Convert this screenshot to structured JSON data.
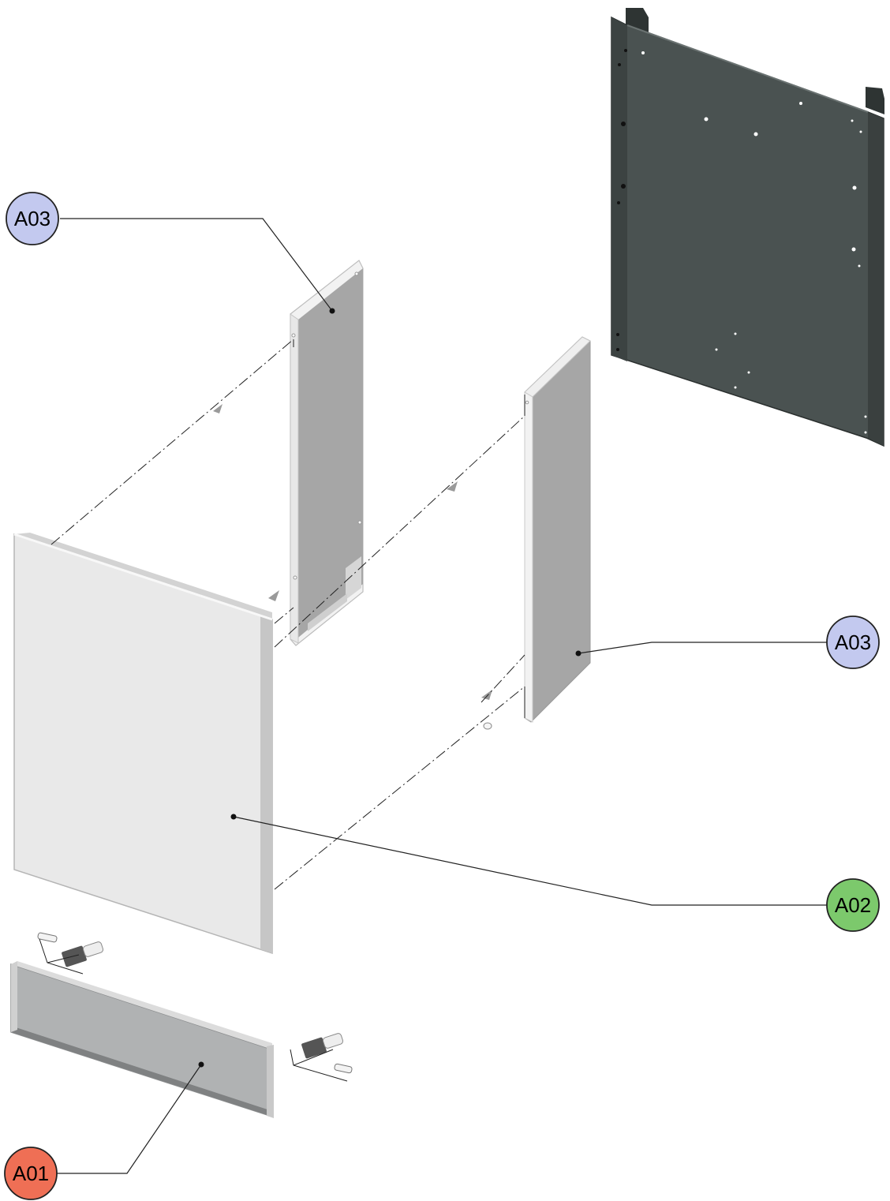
{
  "callouts": [
    {
      "id": "A03",
      "label": "A03",
      "color": "#c3c9ef",
      "part": "left-side-panel"
    },
    {
      "id": "A03",
      "label": "A03",
      "color": "#c3c9ef",
      "part": "right-side-panel"
    },
    {
      "id": "A02",
      "label": "A02",
      "color": "#7cc96c",
      "part": "front-door-panel"
    },
    {
      "id": "A01",
      "label": "A01",
      "color": "#ef6f55",
      "part": "kick-plate"
    }
  ],
  "colors": {
    "back_panel": "#4a5251",
    "side_panel": "#a6a6a6",
    "door_panel": "#e9e9e9",
    "kick_plate": "#b0b2b3"
  }
}
